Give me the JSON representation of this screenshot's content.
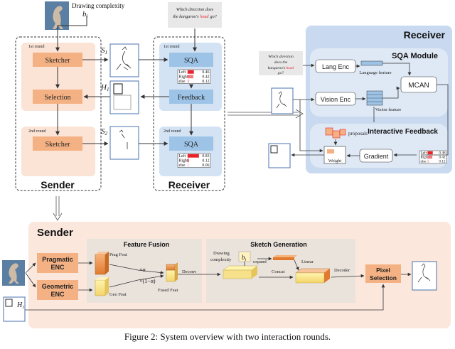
{
  "top": {
    "drawing_complexity": "Drawing complexity",
    "b": "b",
    "b_sub": "i",
    "question": [
      "Which direction does",
      "the kangaroo's",
      "head",
      "go?"
    ]
  },
  "sender_box": {
    "title": "Sender",
    "round1": "1st round",
    "round2": "2nd round",
    "sketcher1": "Sketcher",
    "selection": "Selection",
    "sketcher2": "Sketcher"
  },
  "receiver_box": {
    "title": "Receiver",
    "round1": "1st round",
    "round2": "2nd round",
    "sqa1": "SQA",
    "feedback": "Feedback",
    "sqa2": "SQA"
  },
  "labels": {
    "s1": "S",
    "s1_sub": "1",
    "h1": "H",
    "h1_sub": "1",
    "s2": "S",
    "s2_sub": "2"
  },
  "answers1": [
    {
      "label": "Left",
      "value": "0.46",
      "color": "#e8232a"
    },
    {
      "label": "Right",
      "value": "0.42",
      "color": "#f07a80"
    },
    {
      "label": "else",
      "value": "0.12",
      "color": "#f5c2c4"
    }
  ],
  "answers2": [
    {
      "label": "Left",
      "value": "0.83",
      "color": "#e8232a"
    },
    {
      "label": "Right",
      "value": "0.12",
      "color": "#f07a80"
    },
    {
      "label": "else",
      "value": "0.06",
      "color": "#f5c2c4"
    }
  ],
  "receiver_panel": {
    "title": "Receiver",
    "sqa_module": "SQA Module",
    "lang_enc": "Lang Enc",
    "language_feature": "Language feature",
    "vision_enc": "Vision Enc",
    "vision_feature": "Vision feature",
    "mcan": "MCAN",
    "interactive_feedback": "Interactive Feedback",
    "proposals": "proposals",
    "weight": "Weight",
    "gradient": "Gradient",
    "question": [
      "Which direction",
      "does the",
      "kangaroo's",
      "head",
      "go?"
    ]
  },
  "answers3": [
    {
      "label": "Left",
      "value": "0.46",
      "color": "#e8232a"
    },
    {
      "label": "Right",
      "value": "0.42",
      "color": "#f07a80"
    },
    {
      "label": "else",
      "value": "0.12",
      "color": "#f5c2c4"
    }
  ],
  "sender_panel": {
    "title": "Sender",
    "pragmatic_enc": "Pragmatic ENC",
    "geometric_enc": "Geometric ENC",
    "feature_fusion": "Feature Fusion",
    "prag_feat": "Prag Feat",
    "geo_feat": "Geo Feat",
    "times_alpha": "×α",
    "times_one_minus_alpha": "×(1−α)",
    "fused_feat": "Fused Feat",
    "deconv": "Deconv",
    "sketch_generation": "Sketch Generation",
    "drawing_complexity": "Drawing complexity",
    "expand": "expand",
    "linear": "Linear",
    "concat": "Concat",
    "decoder": "Decoder",
    "pixel_selection": "Pixel Selection"
  },
  "caption": "Figure 2: System overview with two interaction rounds.",
  "colors": {
    "sender_bg": "#fbe3d6",
    "sender_block": "#f4b183",
    "receiver_bg": "#d4e3f4",
    "receiver_block": "#9dc3e6",
    "receiver_panel_bg": "#c9daf0",
    "module_bg": "#dfe9f6",
    "accent_red": "#e8232a",
    "sender_panel_bg": "#fbe7dc"
  }
}
